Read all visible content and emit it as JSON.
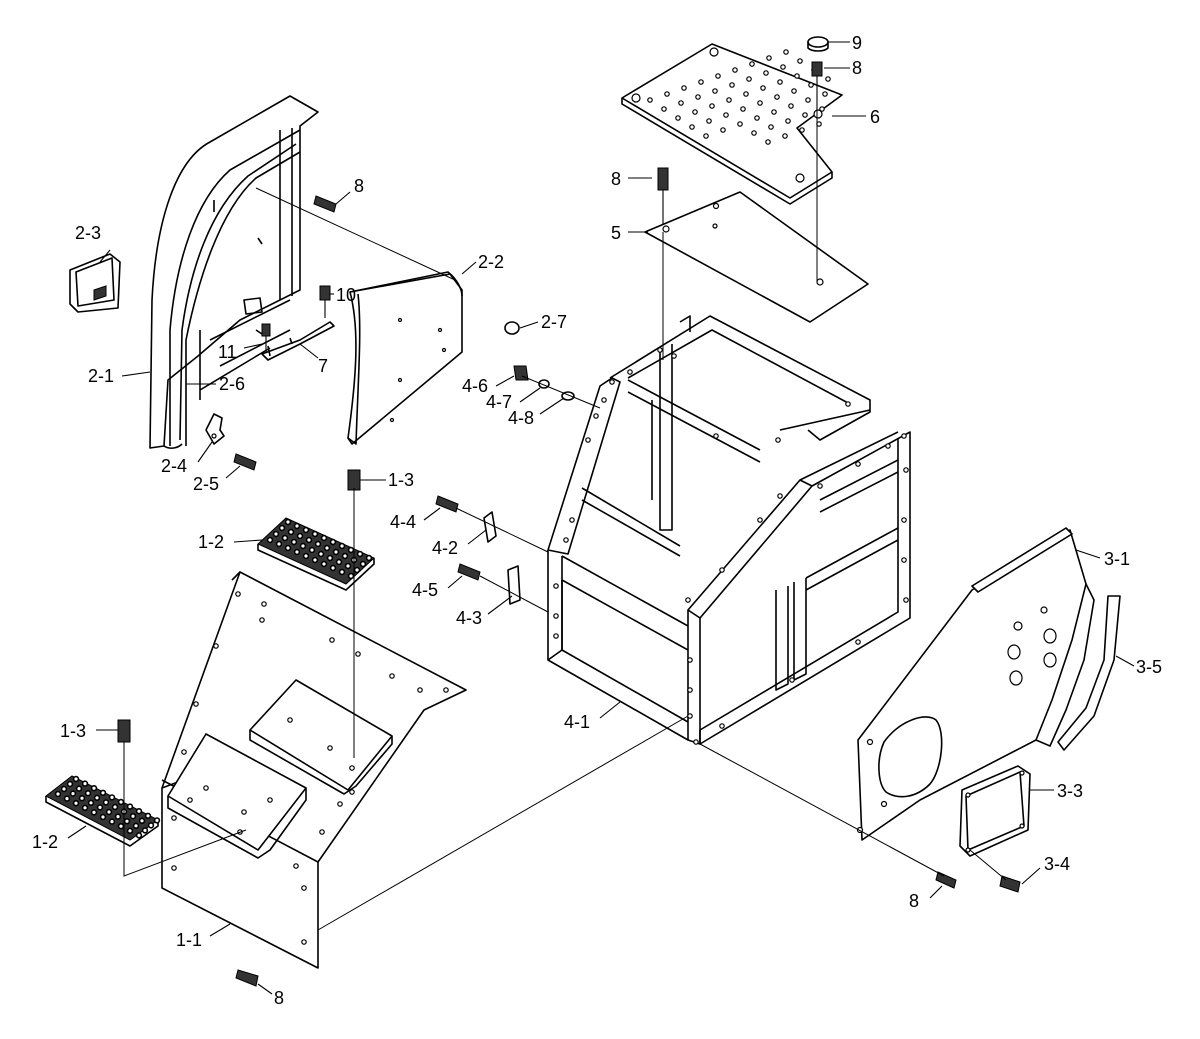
{
  "callouts": {
    "c_9": "9",
    "c_8_top": "8",
    "c_6": "6",
    "c_8_mid": "8",
    "c_5": "5",
    "c_2_3": "2-3",
    "c_8_upleft": "8",
    "c_2_2": "2-2",
    "c_10": "10",
    "c_2_7": "2-7",
    "c_11": "11",
    "c_7": "7",
    "c_2_1": "2-1",
    "c_2_6": "2-6",
    "c_4_6": "4-6",
    "c_4_7": "4-7",
    "c_4_8": "4-8",
    "c_2_4": "2-4",
    "c_2_5": "2-5",
    "c_1_3_top": "1-3",
    "c_4_4": "4-4",
    "c_4_2": "4-2",
    "c_1_2_top": "1-2",
    "c_4_5": "4-5",
    "c_4_3": "4-3",
    "c_3_1": "3-1",
    "c_3_5": "3-5",
    "c_4_1": "4-1",
    "c_1_3_left": "1-3",
    "c_3_3": "3-3",
    "c_1_2_left": "1-2",
    "c_3_4": "3-4",
    "c_8_right": "8",
    "c_1_1": "1-1",
    "c_8_bottom": "8"
  }
}
